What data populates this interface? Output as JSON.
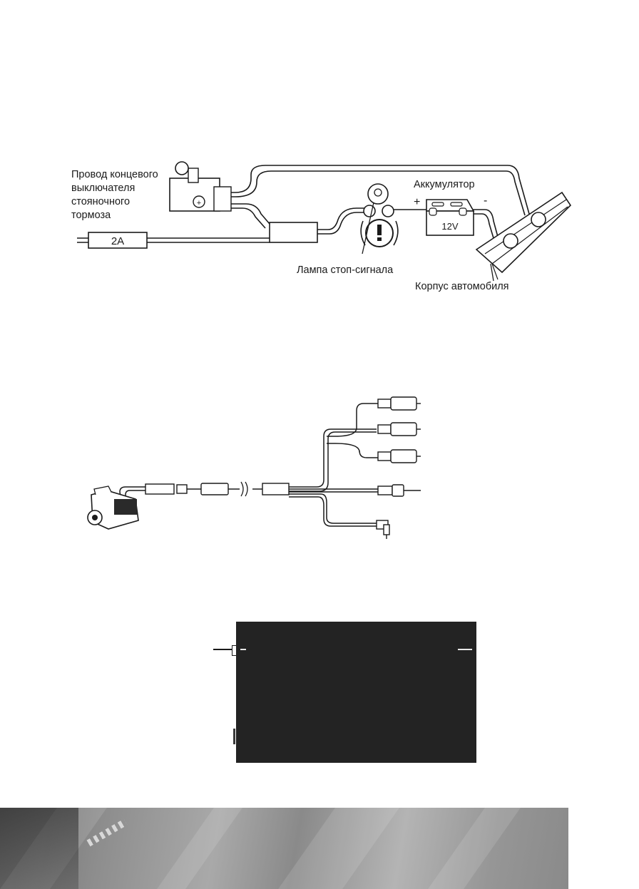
{
  "wiring": {
    "labels": {
      "parking_brake_wire": [
        "Провод концевого",
        "выключателя",
        "стояночного",
        "тормоза"
      ],
      "battery": "Аккумулятор",
      "plus": "+",
      "minus": "-",
      "battery_voltage": "12V",
      "fuse": "2A",
      "brake_lamp": "Лампа стоп-сигнала",
      "car_body": "Корпус автомобиля"
    }
  },
  "colors": {
    "ink": "#1a1a1a",
    "screen": "#232323",
    "band": "#8d8d8d"
  }
}
